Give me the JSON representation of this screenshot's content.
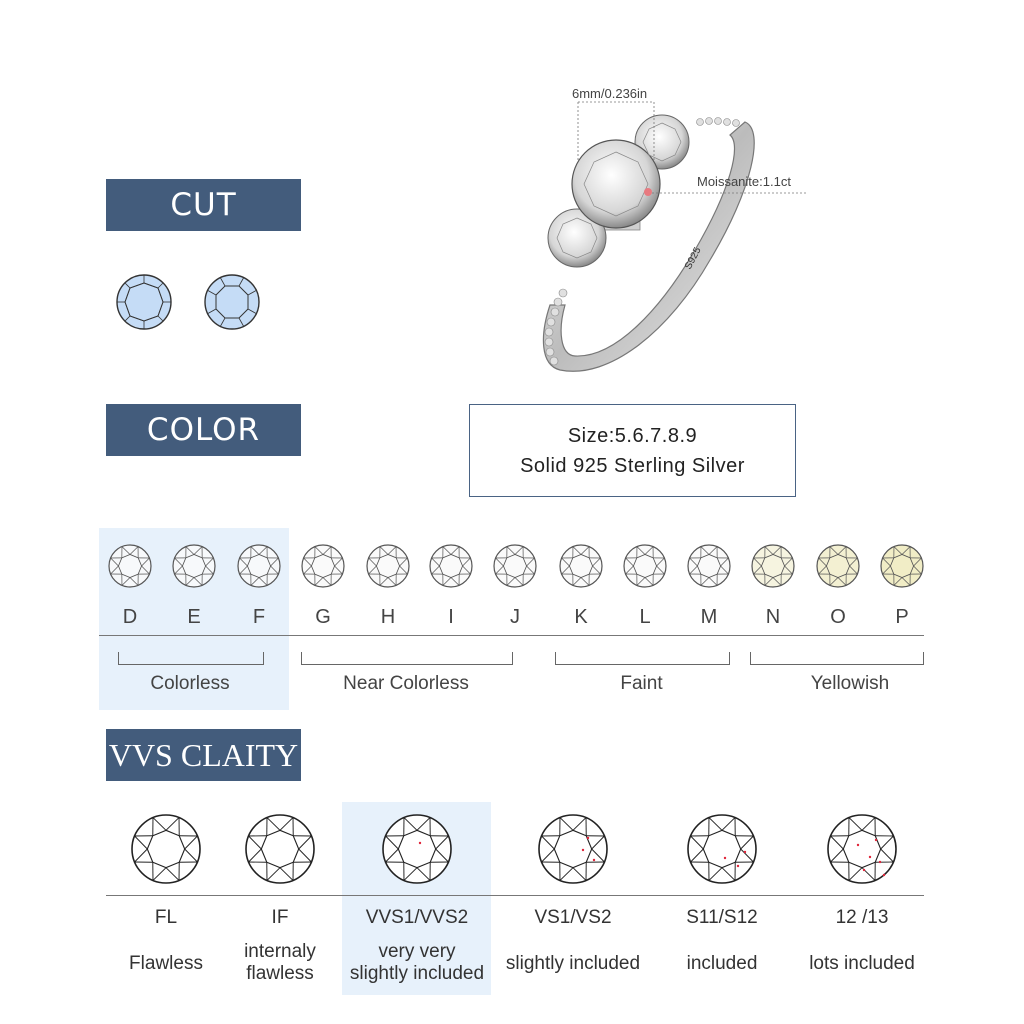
{
  "sections": {
    "cut": "CUT",
    "color": "COLOR",
    "clarity": "VVS CLAITY"
  },
  "product": {
    "size": "Size:5.6.7.8.9",
    "material": "Solid 925 Sterling Silver",
    "dimension": "6mm/0.236in",
    "stone": "Moissanite:1.1ct",
    "stamp": "S925"
  },
  "color_scale": {
    "grades": [
      "D",
      "E",
      "F",
      "G",
      "H",
      "I",
      "J",
      "K",
      "L",
      "M",
      "N",
      "O",
      "P"
    ],
    "groups": [
      "Colorless",
      "Near Colorless",
      "Faint",
      "Yellowish"
    ]
  },
  "clarity_scale": [
    {
      "grade": "FL",
      "desc": "Flawless"
    },
    {
      "grade": "IF",
      "desc": "internaly\nflawless"
    },
    {
      "grade": "VVS1/VVS2",
      "desc": "very very\nslightly included"
    },
    {
      "grade": "VS1/VS2",
      "desc": "slightly included"
    },
    {
      "grade": "S11/S12",
      "desc": "included"
    },
    {
      "grade": "12 /13",
      "desc": "lots included"
    }
  ],
  "colors": {
    "banner": "#435c7c",
    "highlight": "#e7f1fb",
    "cut_gem": "#c5dcf6",
    "inclusion": "#e0253a"
  }
}
